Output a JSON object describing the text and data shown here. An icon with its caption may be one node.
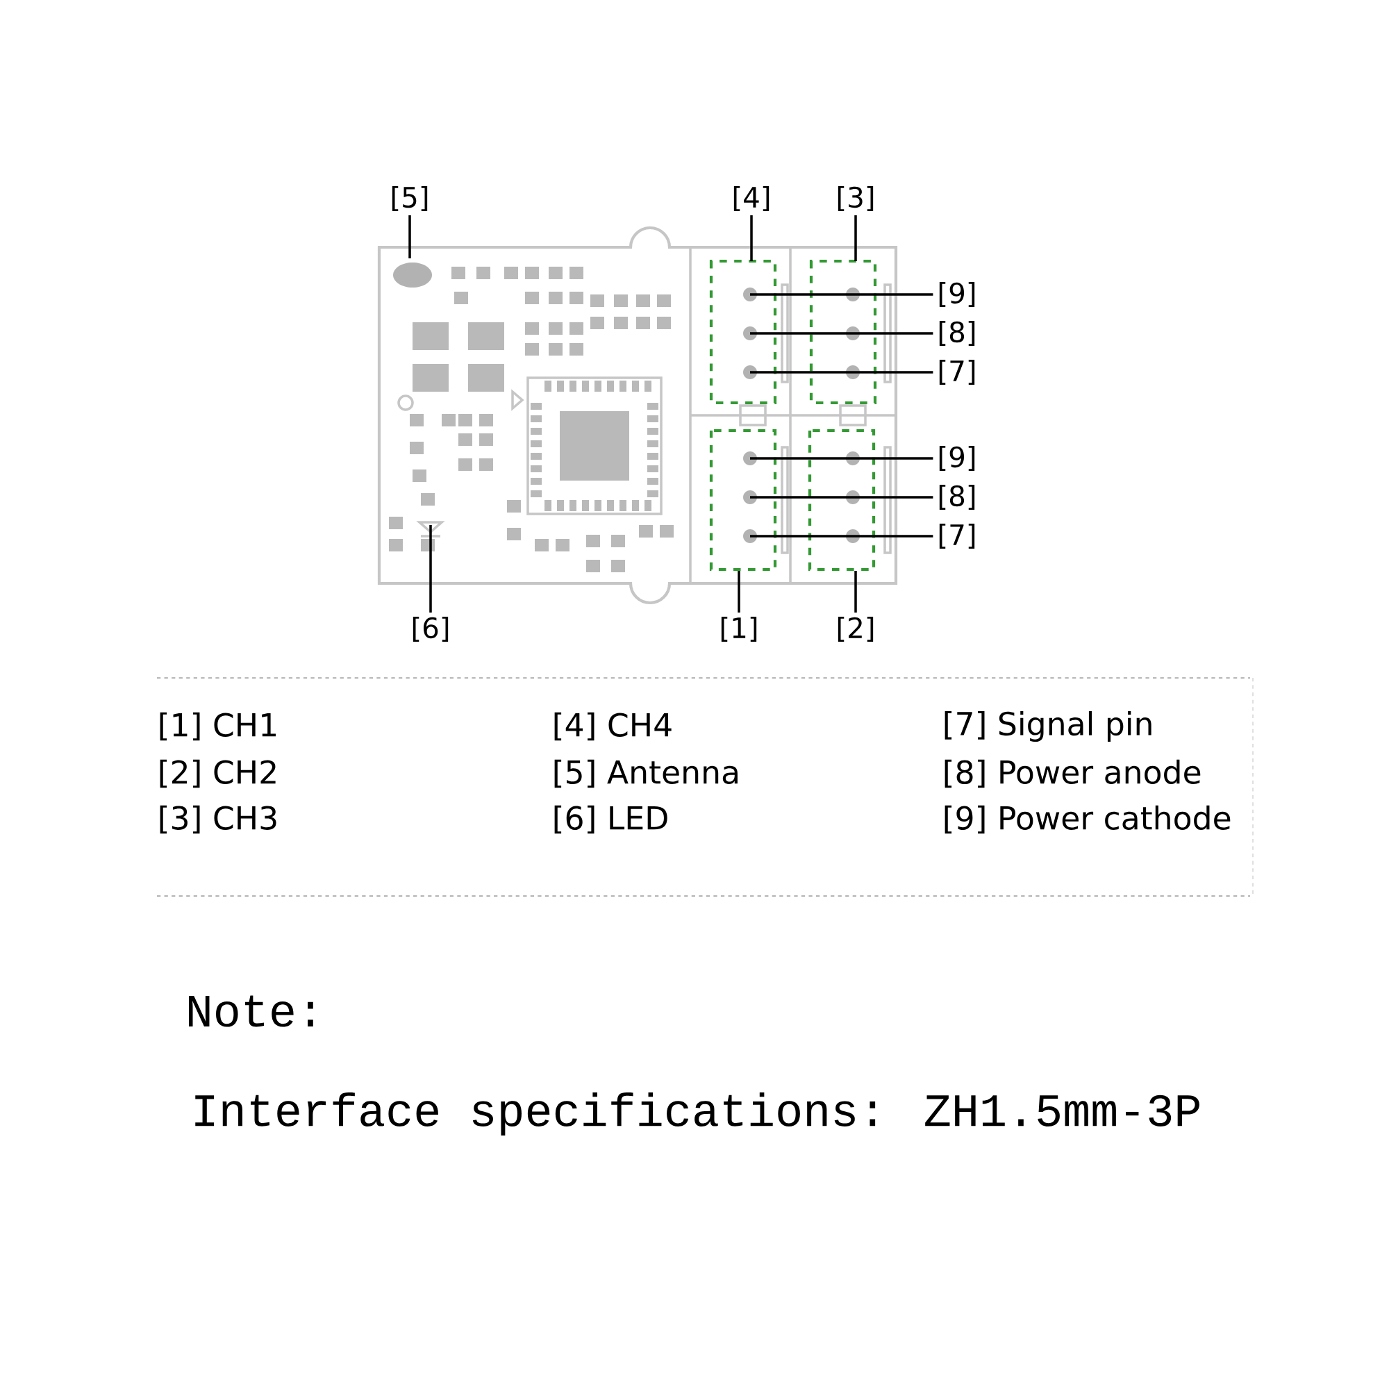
{
  "diagram": {
    "nodes": [
      {
        "text": [
          "[5]"
        ]
      },
      {
        "text": [
          "[4]"
        ]
      },
      {
        "text": [
          "[3]"
        ]
      },
      {
        "text": [
          "[9]"
        ]
      },
      {
        "text": [
          "[8]"
        ]
      },
      {
        "text": [
          "[7]"
        ]
      },
      {
        "text": [
          "[9]"
        ]
      },
      {
        "text": [
          "[8]"
        ]
      },
      {
        "text": [
          "[7]"
        ]
      },
      {
        "text": [
          "[6]"
        ]
      },
      {
        "text": [
          "[1]"
        ]
      },
      {
        "text": [
          "[2]"
        ]
      }
    ],
    "edges": [
      {
        "from": 0,
        "to": null,
        "arrow": "none"
      },
      {
        "from": 1,
        "to": null,
        "arrow": "none"
      },
      {
        "from": 2,
        "to": null,
        "arrow": "none"
      },
      {
        "from": 3,
        "to": null,
        "arrow": "none"
      },
      {
        "from": 4,
        "to": null,
        "arrow": "none"
      },
      {
        "from": 5,
        "to": null,
        "arrow": "none"
      },
      {
        "from": 6,
        "to": null,
        "arrow": "none"
      },
      {
        "from": 7,
        "to": null,
        "arrow": "none"
      },
      {
        "from": 8,
        "to": null,
        "arrow": "none"
      },
      {
        "from": 9,
        "to": null,
        "arrow": "none"
      },
      {
        "from": 10,
        "to": null,
        "arrow": "none"
      },
      {
        "from": 11,
        "to": null,
        "arrow": "none"
      }
    ],
    "labels": [
      "[1] CH1",
      "[4] CH4",
      "[7] Signal pin",
      "[2] CH2",
      "[5] Antenna",
      "[8] Power anode",
      "[3] CH3",
      "[6] LED",
      "[9] Power cathode",
      "Note:",
      "Interface specifications: ZH1.5mm-3P"
    ]
  }
}
